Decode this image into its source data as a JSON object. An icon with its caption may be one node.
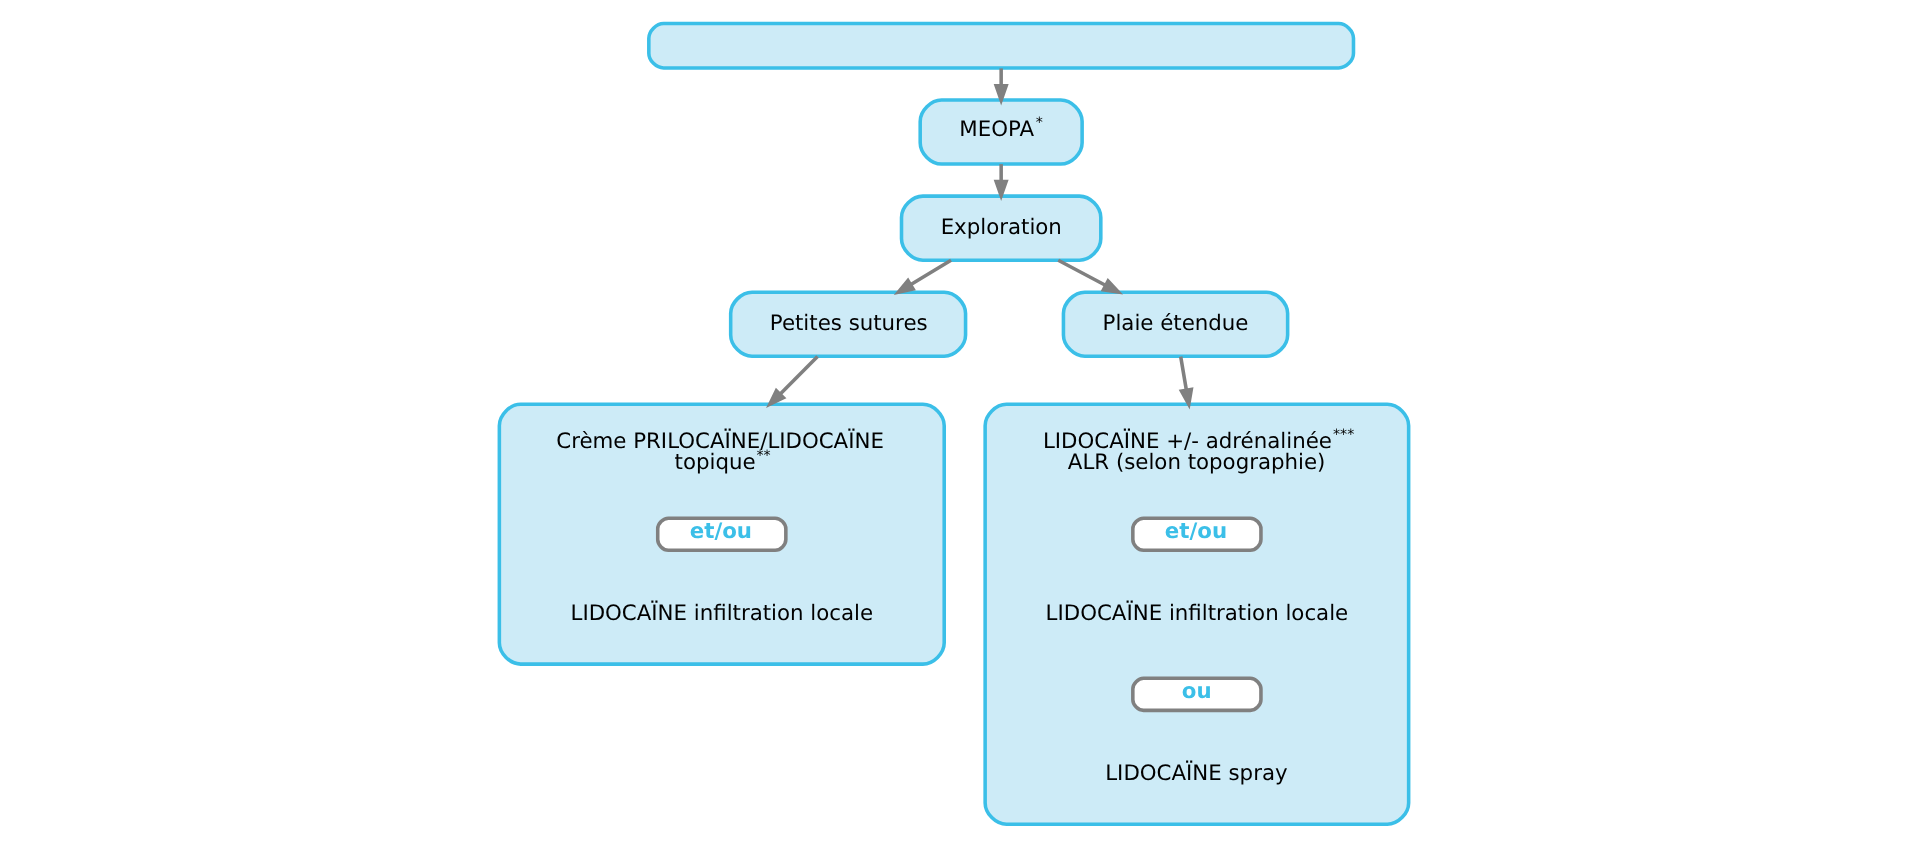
{
  "diagram": {
    "nodes": [
      {
        "text": [],
        "shape": "box"
      },
      {
        "text": [
          "MEOPA$^{*}$"
        ]
      },
      {
        "text": [
          "Exploration"
        ]
      },
      {
        "text": [
          "Petites sutures"
        ]
      },
      {
        "text": [
          "Plaie étendue"
        ]
      },
      {
        "text": [
          "Crème PRILOCAÏNE/LIDOCAÏNE topique$^{**}$",
          "LIDOCAÏNE infiltration locale"
        ]
      },
      {
        "text": [
          "et/ou"
        ],
        "in": 5
      },
      {
        "text": [
          "LIDOCAÏNE +/- adrénalinée$^{***}$ ALR (selon topographie)",
          "LIDOCAÏNE infiltration locale",
          "LIDOCAÏNE spray"
        ]
      },
      {
        "text": [
          "et/ou"
        ],
        "in": 7
      },
      {
        "text": [
          "ou"
        ],
        "in": 7
      }
    ],
    "edges": [
      {
        "from": 0,
        "to": 1,
        "arrow": "to"
      },
      {
        "from": 1,
        "to": 2,
        "arrow": "to"
      },
      {
        "from": 2,
        "to": 3,
        "arrow": "to"
      },
      {
        "from": 2,
        "to": 4,
        "arrow": "to"
      },
      {
        "from": 3,
        "to": 5,
        "arrow": "to"
      },
      {
        "from": 4,
        "to": 7,
        "arrow": "to"
      }
    ]
  }
}
